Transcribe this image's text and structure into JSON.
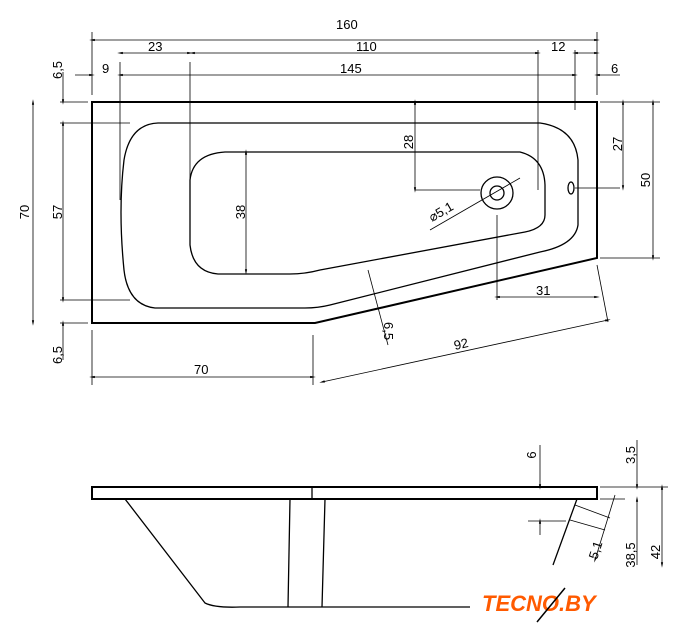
{
  "top_view": {
    "dims": {
      "length_total": "160",
      "inner_left_offset": "23",
      "inner_length": "110",
      "inner_right_offset": "12",
      "rim_left": "9",
      "basin_length": "145",
      "rim_right": "6",
      "rim_top": "6,5",
      "width_total": "70",
      "basin_width": "57",
      "rim_bottom": "6,5",
      "inner_width": "38",
      "drain_offset_y": "28",
      "drain_diameter": "⌀5,1",
      "overflow_offset_y": "27",
      "right_side_width": "50",
      "drain_offset_x": "31",
      "chamfer_rim": "6,5",
      "chamfer_length": "92",
      "straight_length": "70"
    }
  },
  "side_view": {
    "dims": {
      "rim_thickness": "6",
      "rim_top_offset": "3,5",
      "wall_thickness": "5,1",
      "depth_inner": "38,5",
      "height_total": "42"
    }
  },
  "logo": {
    "text": "TECNO.BY",
    "color": "#ff5a00"
  }
}
